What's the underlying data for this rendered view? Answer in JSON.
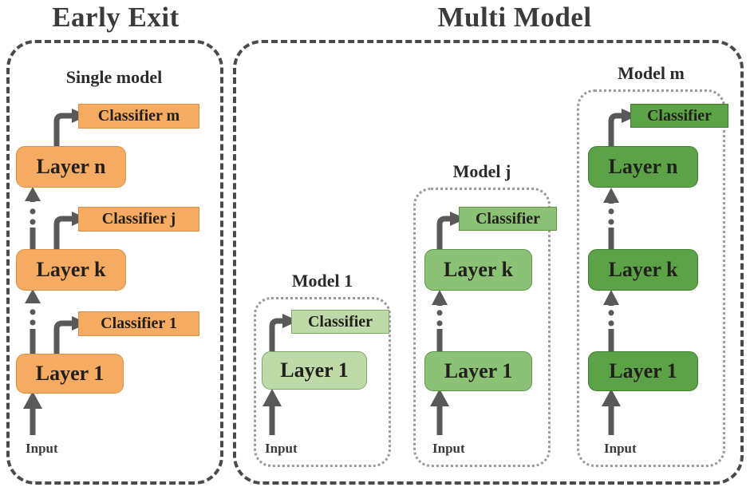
{
  "figure": {
    "sections": [
      {
        "id": "early-exit",
        "title": "Early Exit",
        "subtitle": "Single model",
        "color": "#f5ab61"
      },
      {
        "id": "multi-model",
        "title": "Multi Model",
        "models": [
          {
            "id": "model-1",
            "label": "Model 1",
            "color": "#bedaa8"
          },
          {
            "id": "model-j",
            "label": "Model j",
            "color": "#8cc276"
          },
          {
            "id": "model-m",
            "label": "Model m",
            "color": "#5ca348"
          }
        ]
      }
    ],
    "early_exit": {
      "layers": [
        {
          "name": "Layer 1"
        },
        {
          "name": "Layer k"
        },
        {
          "name": "Layer n"
        }
      ],
      "classifiers": [
        {
          "name": "Classifier 1"
        },
        {
          "name": "Classifier j"
        },
        {
          "name": "Classifier m"
        }
      ],
      "input_label": "Input"
    },
    "model_1": {
      "layers": [
        {
          "name": "Layer 1"
        }
      ],
      "classifier": "Classifier",
      "input_label": "Input"
    },
    "model_j": {
      "layers": [
        {
          "name": "Layer 1"
        },
        {
          "name": "Layer k"
        }
      ],
      "classifier": "Classifier",
      "input_label": "Input"
    },
    "model_m": {
      "layers": [
        {
          "name": "Layer 1"
        },
        {
          "name": "Layer k"
        },
        {
          "name": "Layer n"
        }
      ],
      "classifier": "Classifier",
      "input_label": "Input"
    },
    "colors": {
      "orange": "#f5ab61",
      "green_light": "#bedaa8",
      "green_mid": "#8cc276",
      "green_dark": "#5ca348",
      "arrow": "#595959",
      "border_dashed": "#4a4a4a",
      "border_dotted": "#9a9a9a",
      "text": "#2b2b2b"
    }
  }
}
